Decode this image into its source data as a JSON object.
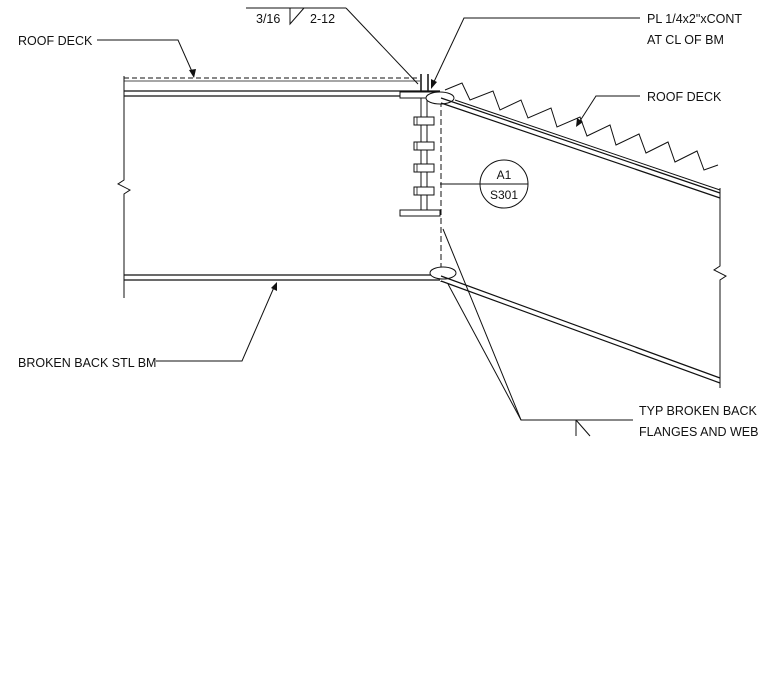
{
  "labels": {
    "roof_deck_left": "ROOF DECK",
    "roof_deck_right": "ROOF DECK",
    "broken_back_beam": "BROKEN BACK STL BM",
    "plate_line1": "PL 1/4x2\"xCONT",
    "plate_line2": "AT CL OF BM",
    "weld_size": "3/16",
    "weld_length": "2-12",
    "typ_line1": "TYP BROKEN BACK",
    "typ_line2": "FLANGES AND WEB"
  },
  "section_callout": {
    "detail": "A1",
    "sheet": "S301"
  }
}
